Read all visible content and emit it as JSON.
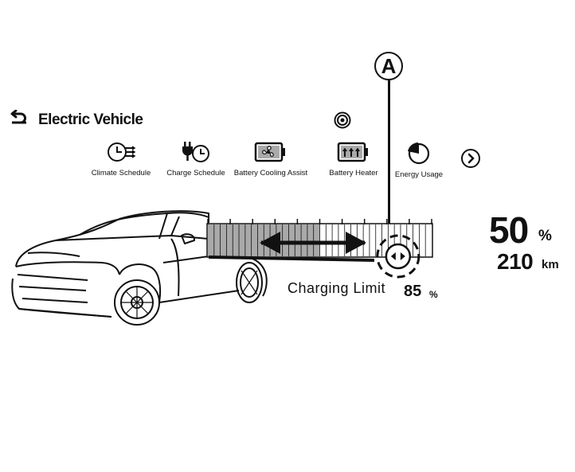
{
  "callout": {
    "label": "A"
  },
  "header": {
    "title": "Electric Vehicle",
    "back_icon": "back-arrow-icon"
  },
  "toolbar": {
    "items": [
      {
        "label": "Climate Schedule",
        "icon": "climate-schedule-icon"
      },
      {
        "label": "Charge Schedule",
        "icon": "charge-schedule-icon"
      },
      {
        "label": "Battery Cooling Assist",
        "icon": "battery-cooling-icon"
      },
      {
        "label": "Battery Heater",
        "icon": "battery-heater-icon"
      },
      {
        "label": "Energy Usage",
        "icon": "energy-usage-icon"
      }
    ],
    "next_icon": "chevron-right-icon"
  },
  "battery": {
    "charge_percent": "50",
    "charge_unit": "%",
    "range_value": "210",
    "range_unit": "km",
    "charge_fraction": 0.5,
    "limit_fraction": 0.85
  },
  "charging_limit": {
    "label": "Charging Limit",
    "value": "85",
    "unit": "%"
  },
  "colors": {
    "fill": "#a9a9a9",
    "ink": "#111111",
    "background": "#ffffff"
  }
}
